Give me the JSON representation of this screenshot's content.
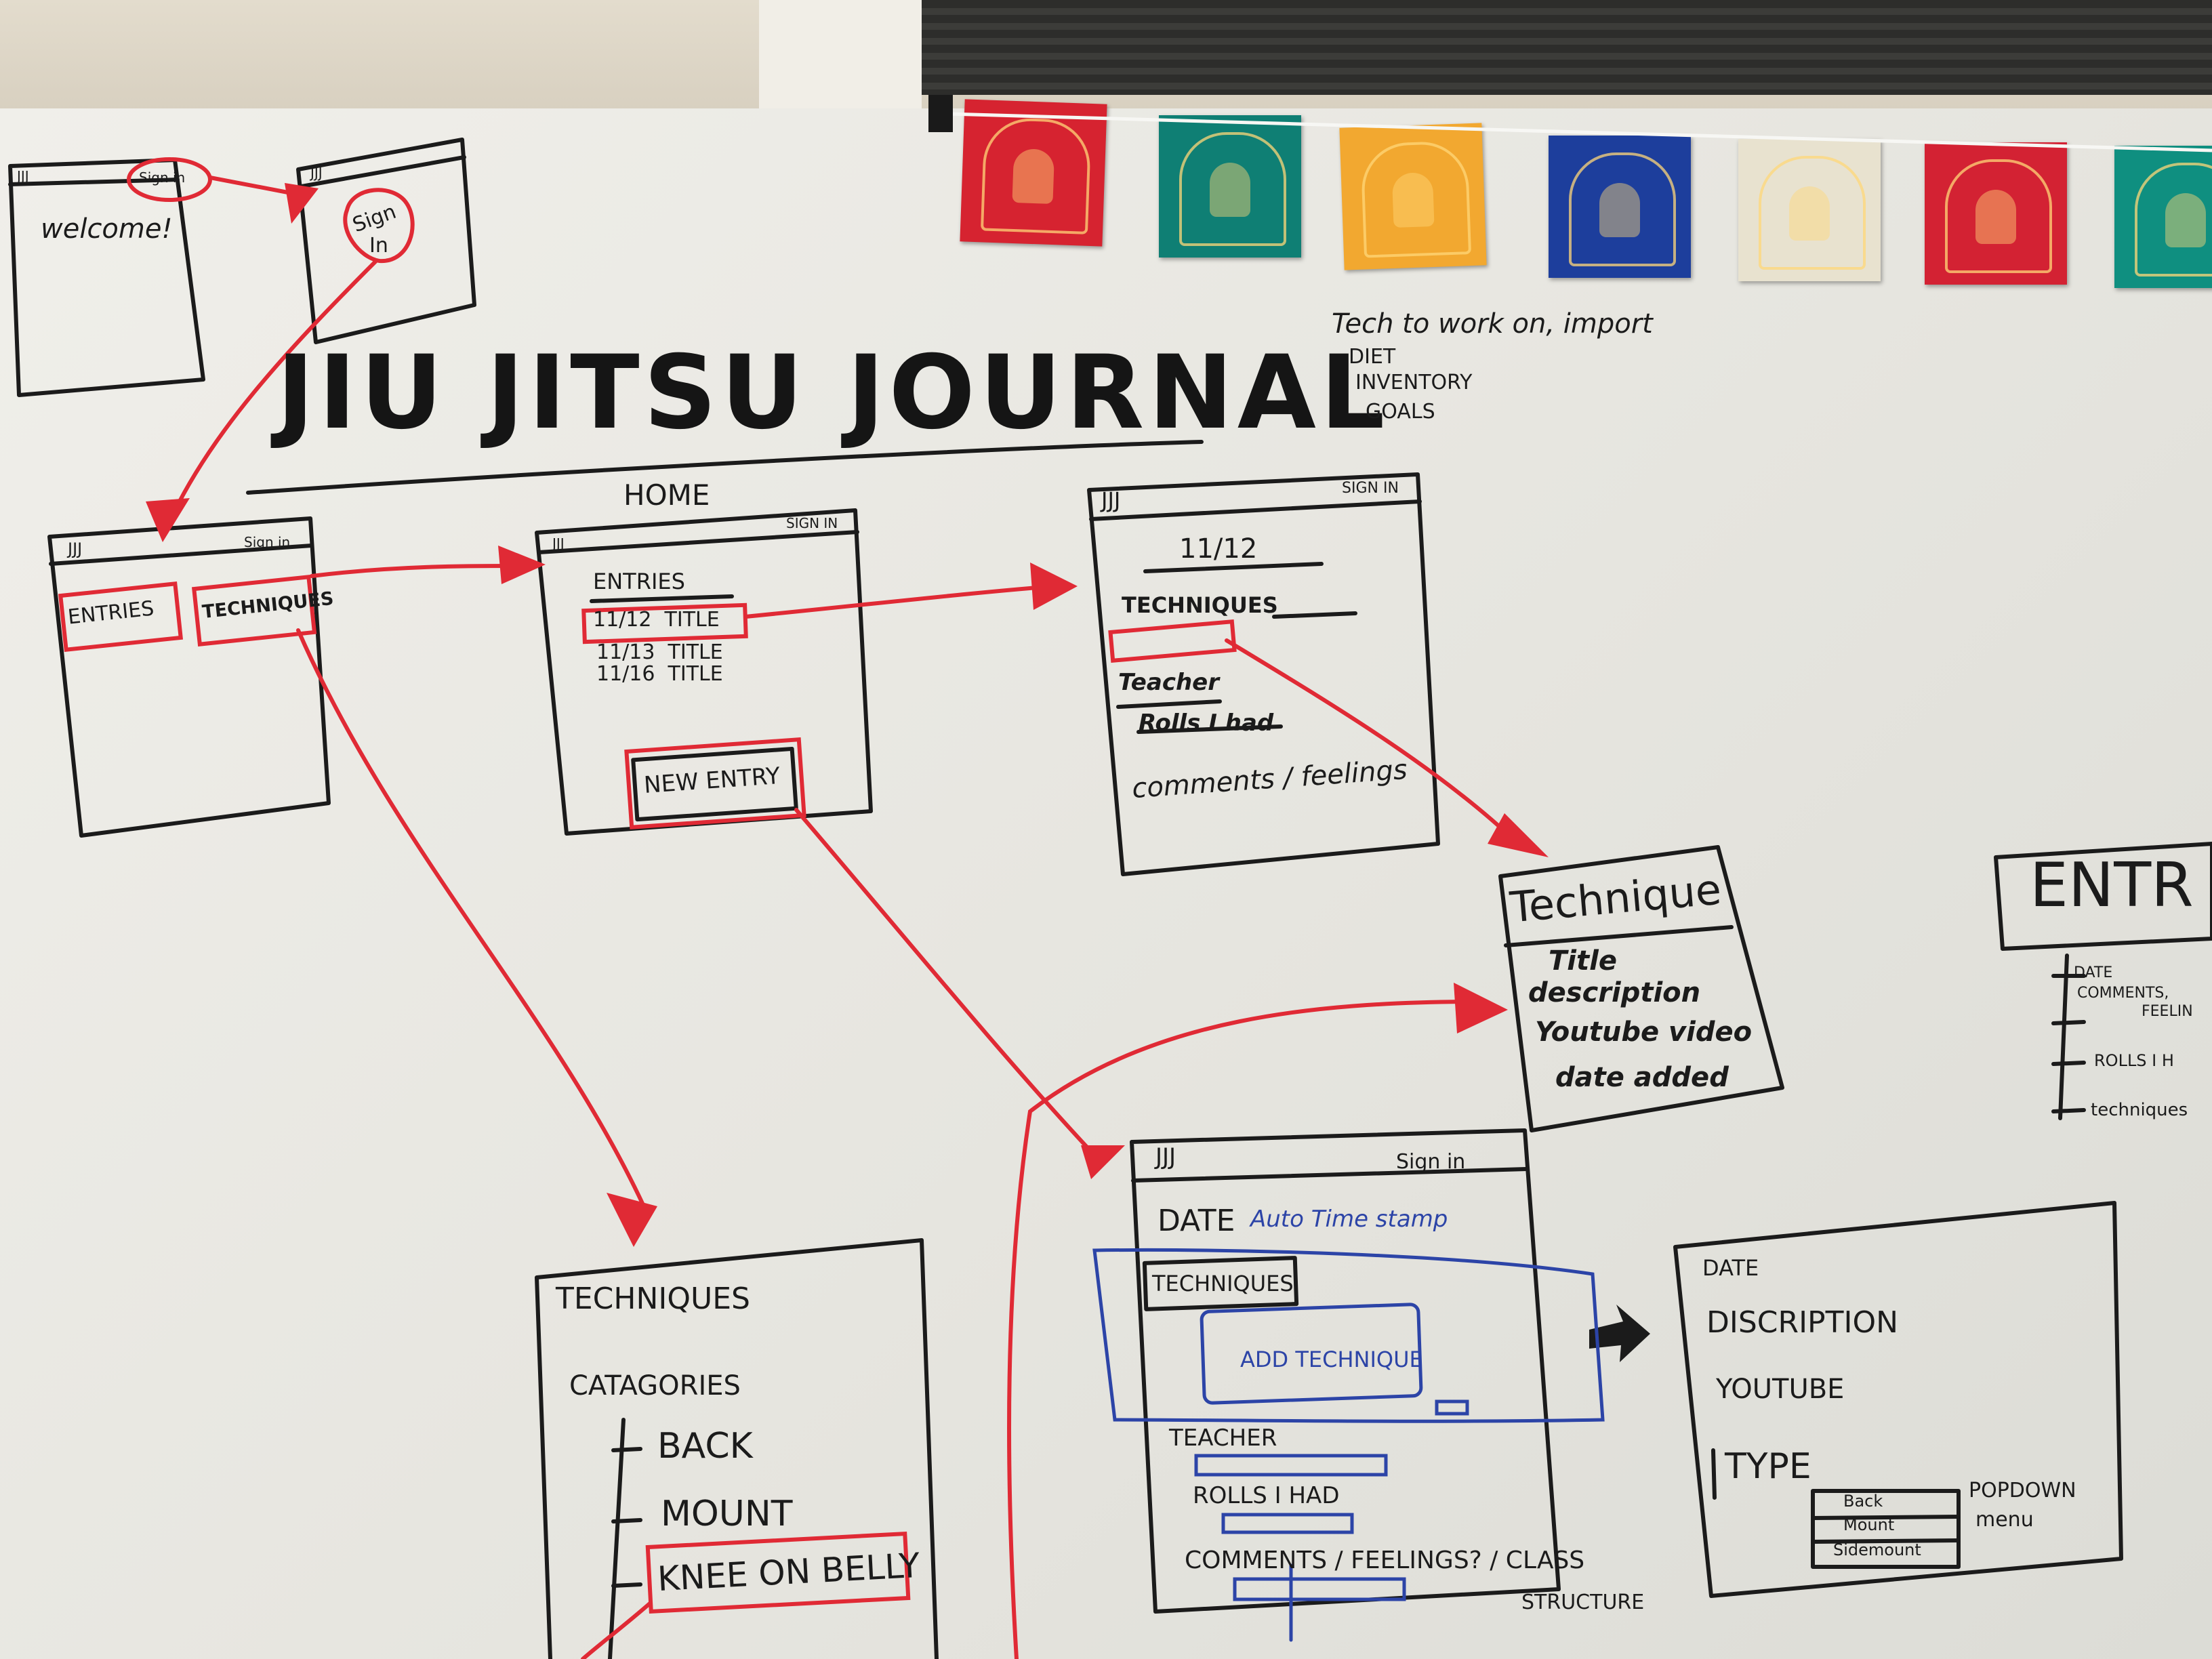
{
  "title": "JIU JITSU JOURNAL",
  "notes": {
    "line1": "Tech to work on, import",
    "line2": "DIET",
    "line3": "INVENTORY",
    "line4": "GOALS"
  },
  "welcome": {
    "header_left": "JJJ",
    "header_right": "Sign in",
    "body": "welcome!"
  },
  "signin": {
    "header_left": "JJJ",
    "button_line1": "Sign",
    "button_line2": "In"
  },
  "menu": {
    "header_left": "JJJ",
    "header_right": "Sign in",
    "entries": "ENTRIES",
    "techniques": "TECHNIQUES"
  },
  "home": {
    "label": "HOME",
    "header_left": "JJJ",
    "header_right": "SIGN IN",
    "heading": "ENTRIES",
    "rows": [
      "11/12  TITLE",
      "11/13  TITLE",
      "11/16  TITLE"
    ],
    "new_entry": "NEW ENTRY"
  },
  "entry_detail": {
    "header_left": "JJJ",
    "header_right": "SIGN IN",
    "date": "11/12",
    "techniques": "TECHNIQUES",
    "teacher": "Teacher",
    "rolls": "Rolls I had",
    "comments": "comments / feelings"
  },
  "technique_model": {
    "title": "Technique",
    "fields": [
      "Title",
      "description",
      "Youtube video",
      "date added"
    ]
  },
  "entry_model": {
    "title": "ENTR",
    "fields": [
      "DATE",
      "COMMENTS,",
      "FEELIN",
      "ROLLS I H",
      "techniques"
    ]
  },
  "technique_list": {
    "heading": "TECHNIQUES",
    "categories_label": "CATAGORIES",
    "categories": [
      "BACK",
      "MOUNT",
      "KNEE ON BELLY"
    ]
  },
  "new_entry_form": {
    "header_left": "JJJ",
    "header_right": "Sign in",
    "date_label": "DATE",
    "date_value": "Auto Time stamp",
    "techniques": "TECHNIQUES",
    "add_technique": "ADD TECHNIQUE",
    "teacher": "TEACHER",
    "rolls": "ROLLS I HAD",
    "comments": "COMMENTS / FEELINGS? / CLASS",
    "structure": "STRUCTURE"
  },
  "add_technique_form": {
    "date": "DATE",
    "description": "DISCRIPTION",
    "youtube": "YOUTUBE",
    "type": "TYPE",
    "dropdown": [
      "Back",
      "Mount",
      "Sidemount"
    ],
    "popdown": "POPDOWN",
    "menu": "menu"
  },
  "colors": {
    "ink": "#1b1b1b",
    "red_marker": "#e02a35",
    "blue_marker": "#2c44a7",
    "flags": [
      "#d62330",
      "#0f7f74",
      "#f2a830",
      "#1d3e9c",
      "#e8e2cf",
      "#d32233",
      "#0f8f80"
    ]
  }
}
